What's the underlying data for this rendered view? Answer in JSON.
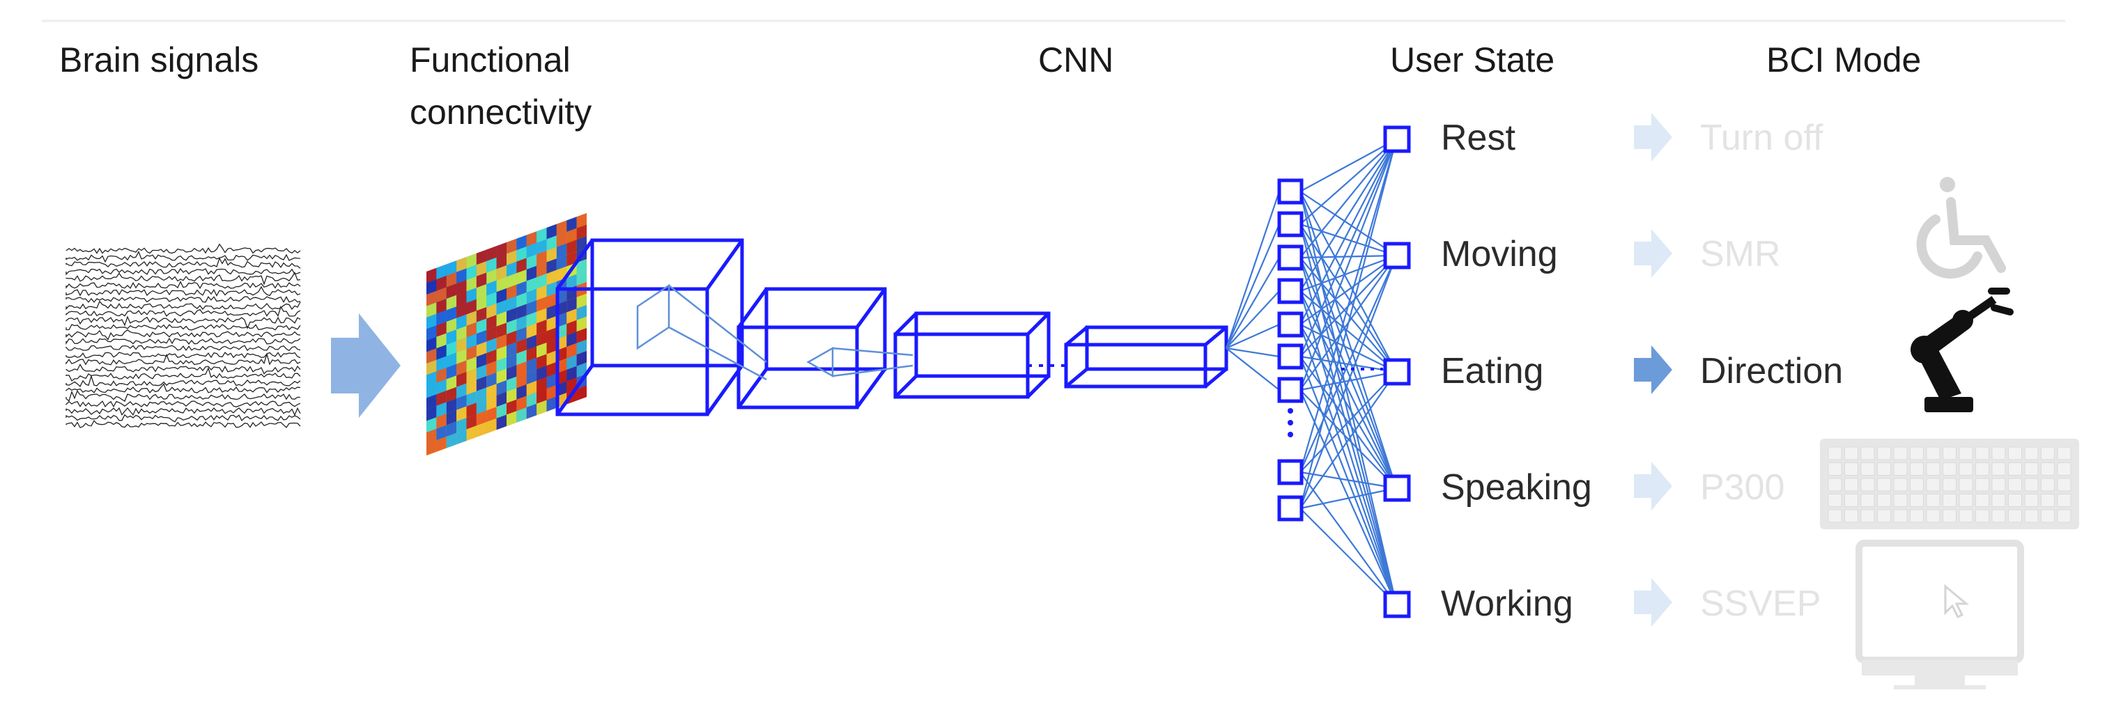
{
  "headers": {
    "brain_signals": "Brain signals",
    "functional_line1": "Functional",
    "functional_line2": "connectivity",
    "cnn": "CNN",
    "user_state": "User State",
    "bci_mode": "BCI Mode"
  },
  "user_states": [
    "Rest",
    "Moving",
    "Eating",
    "Speaking",
    "Working"
  ],
  "bci_modes": [
    "Turn off",
    "SMR",
    "Direction",
    "P300",
    "SSVEP"
  ],
  "active_state_index": 2,
  "icons": [
    "wheelchair-icon",
    "robot-arm-icon",
    "keyboard-icon",
    "monitor-cursor-icon"
  ],
  "colors": {
    "network_blue": "#1a1aff",
    "arrow_blue": "#8fb4e3",
    "arrow_active": "#6b9bd9",
    "arrow_faded": "#dde9f7",
    "text_faded": "#e3e3e3",
    "icon_faded": "#d4d4d4"
  }
}
